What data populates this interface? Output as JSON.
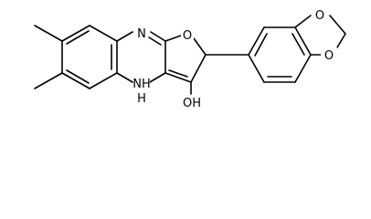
{
  "molecule": {
    "atoms": {
      "n_top": "N",
      "o_ring": "O",
      "nh": "NH",
      "h_nh": "H",
      "oh": "OH",
      "o_dioxole_top": "O",
      "o_dioxole_bottom": "O"
    }
  },
  "colors": {
    "bond": "#000000",
    "background": "#ffffff"
  }
}
